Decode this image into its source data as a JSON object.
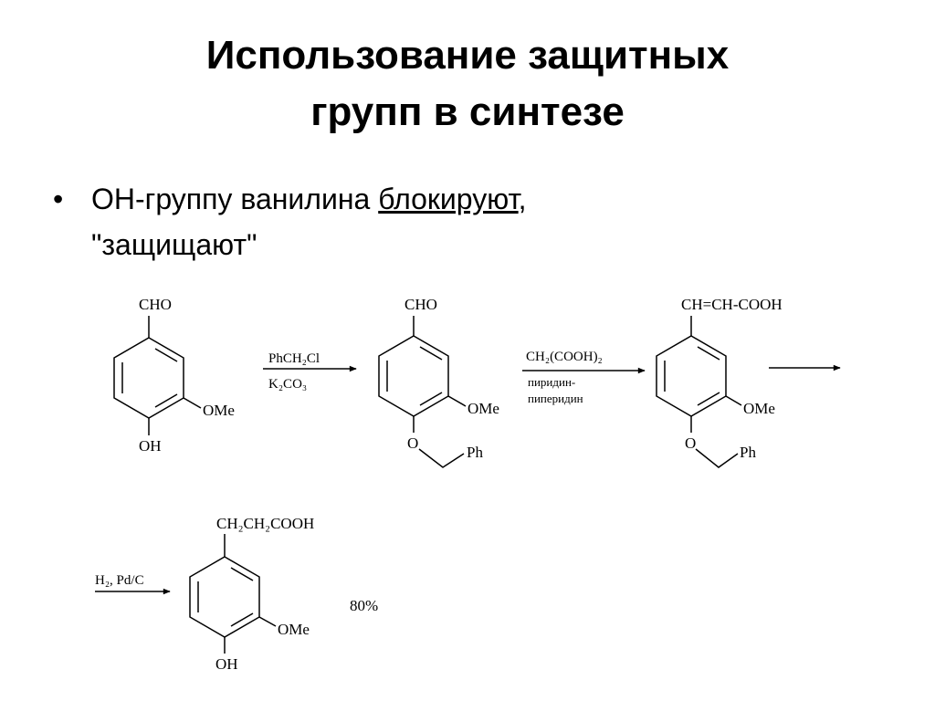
{
  "slide": {
    "title_line1": "Использование защитных",
    "title_line2": "групп в синтезе",
    "bullet": {
      "symbol": "•",
      "text_before": "ОН-группу ванилина ",
      "underlined": "блокируют",
      "text_after": ",",
      "line2": "\"защищают\""
    }
  },
  "scheme": {
    "mol1": {
      "top": "CHO",
      "ome": "OMe",
      "bottom": "OH"
    },
    "arrow1": {
      "reagent1": "PhCH₂Cl",
      "reagent2": "K₂CO₃"
    },
    "mol2": {
      "top": "CHO",
      "ome": "OMe",
      "o": "O",
      "ph": "Ph"
    },
    "arrow2": {
      "reagent1": "CH₂(COOH)₂",
      "reagent2": "пиридин-",
      "reagent3": "пиперидин"
    },
    "mol3": {
      "top": "CH=CH-COOH",
      "ome": "OMe",
      "o": "O",
      "ph": "Ph"
    },
    "arrow4": {
      "reagent1": "H₂, Pd/C"
    },
    "mol4": {
      "top": "CH₂CH₂COOH",
      "ome": "OMe",
      "bottom": "OH"
    },
    "yield": "80%"
  }
}
